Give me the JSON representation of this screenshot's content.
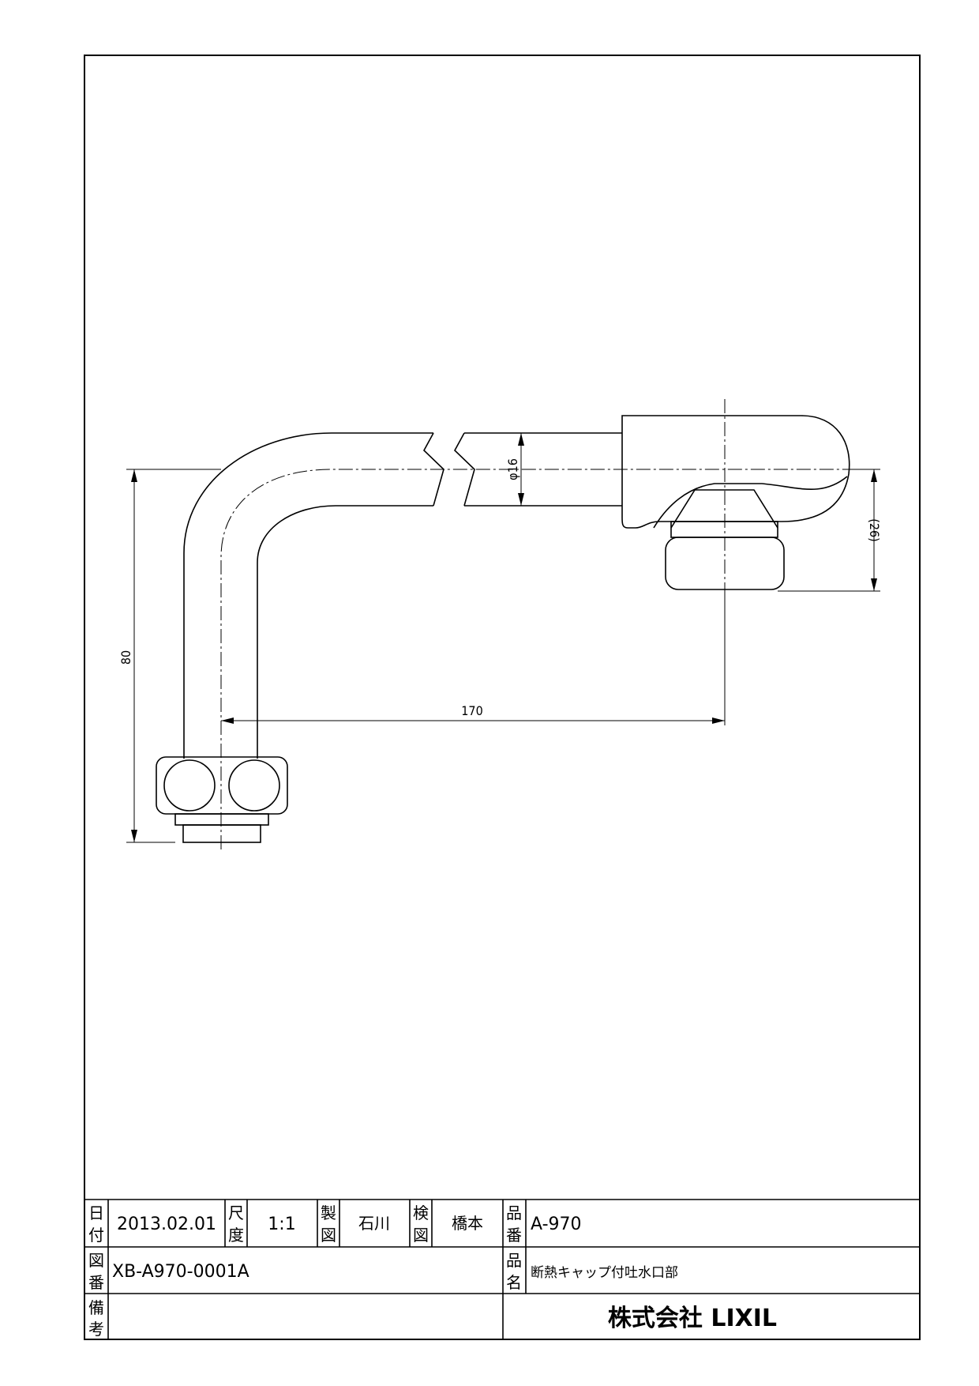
{
  "dimensions": {
    "height": "80",
    "horizontal": "170",
    "diameter": "φ16",
    "spout_height": "(26)"
  },
  "title_block": {
    "date_label_1": "日",
    "date_label_2": "付",
    "date": "2013.02.01",
    "scale_label_1": "尺",
    "scale_label_2": "度",
    "scale": "1:1",
    "drawn_label_1": "製",
    "drawn_label_2": "図",
    "drawn_by": "石川",
    "checked_label_1": "検",
    "checked_label_2": "図",
    "checked_by": "橋本",
    "part_no_label_1": "品",
    "part_no_label_2": "番",
    "part_no": "A-970",
    "drawing_no_label_1": "図",
    "drawing_no_label_2": "番",
    "drawing_no": "XB-A970-0001A",
    "part_name_label_1": "品",
    "part_name_label_2": "名",
    "part_name": "断熱キャップ付吐水口部",
    "remarks_label_1": "備",
    "remarks_label_2": "考",
    "company": "株式会社 LIXIL"
  }
}
